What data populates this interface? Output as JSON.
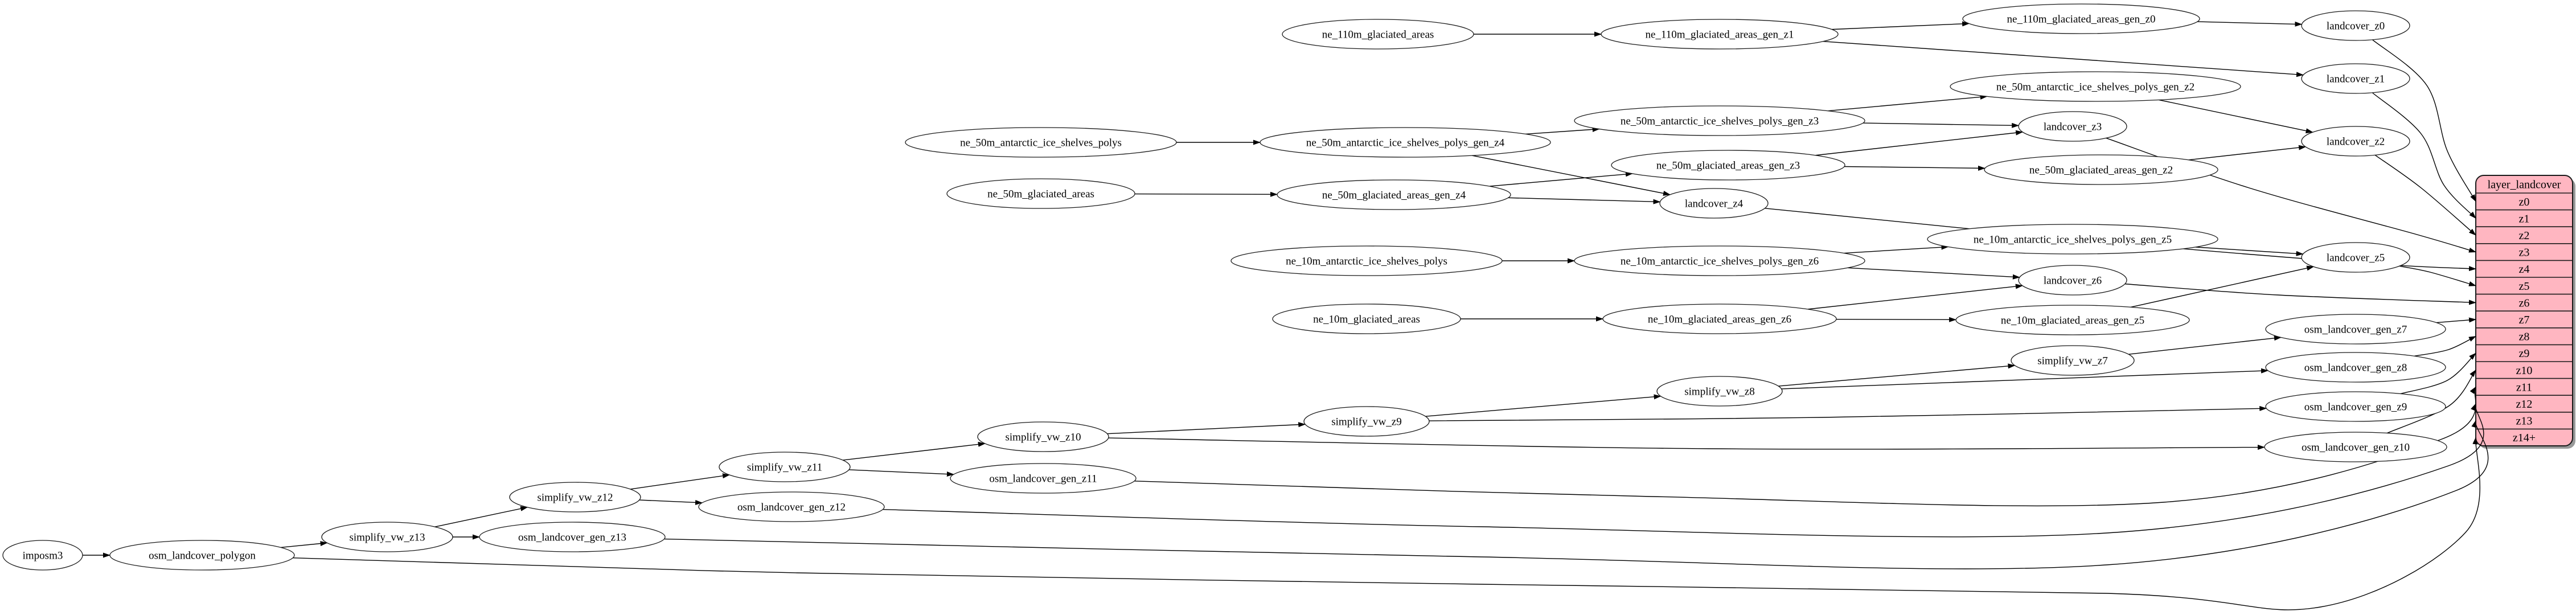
{
  "diagram": {
    "kind": "etl-dependency-graph",
    "background": "#ffffff"
  },
  "colors": {
    "node_fill": "#ffffff",
    "node_border": "#1a1a1a",
    "edge": "#000000",
    "table_fill": "#ffb6c1",
    "table_border": "#1a1a1a",
    "table_shadow": "#999999",
    "text": "#000000"
  },
  "table": {
    "title": "layer_landcover",
    "rows": [
      "z0",
      "z1",
      "z2",
      "z3",
      "z4",
      "z5",
      "z6",
      "z7",
      "z8",
      "z9",
      "z10",
      "z11",
      "z12",
      "z13",
      "z14+"
    ]
  },
  "nodes": [
    {
      "id": "imposm3",
      "label": "imposm3"
    },
    {
      "id": "osm_landcover_polygon",
      "label": "osm_landcover_polygon"
    },
    {
      "id": "simplify_vw_z13",
      "label": "simplify_vw_z13"
    },
    {
      "id": "osm_landcover_gen_z13",
      "label": "osm_landcover_gen_z13"
    },
    {
      "id": "simplify_vw_z12",
      "label": "simplify_vw_z12"
    },
    {
      "id": "osm_landcover_gen_z12",
      "label": "osm_landcover_gen_z12"
    },
    {
      "id": "simplify_vw_z11",
      "label": "simplify_vw_z11"
    },
    {
      "id": "osm_landcover_gen_z11",
      "label": "osm_landcover_gen_z11"
    },
    {
      "id": "simplify_vw_z10",
      "label": "simplify_vw_z10"
    },
    {
      "id": "osm_landcover_gen_z10",
      "label": "osm_landcover_gen_z10"
    },
    {
      "id": "simplify_vw_z9",
      "label": "simplify_vw_z9"
    },
    {
      "id": "osm_landcover_gen_z9",
      "label": "osm_landcover_gen_z9"
    },
    {
      "id": "simplify_vw_z8",
      "label": "simplify_vw_z8"
    },
    {
      "id": "osm_landcover_gen_z8",
      "label": "osm_landcover_gen_z8"
    },
    {
      "id": "simplify_vw_z7",
      "label": "simplify_vw_z7"
    },
    {
      "id": "osm_landcover_gen_z7",
      "label": "osm_landcover_gen_z7"
    },
    {
      "id": "ne_110m_glaciated_areas",
      "label": "ne_110m_glaciated_areas"
    },
    {
      "id": "ne_110m_glaciated_areas_gen_z1",
      "label": "ne_110m_glaciated_areas_gen_z1"
    },
    {
      "id": "ne_110m_glaciated_areas_gen_z0",
      "label": "ne_110m_glaciated_areas_gen_z0"
    },
    {
      "id": "landcover_z0",
      "label": "landcover_z0"
    },
    {
      "id": "landcover_z1",
      "label": "landcover_z1"
    },
    {
      "id": "landcover_z2",
      "label": "landcover_z2"
    },
    {
      "id": "landcover_z3",
      "label": "landcover_z3"
    },
    {
      "id": "landcover_z4",
      "label": "landcover_z4"
    },
    {
      "id": "landcover_z5",
      "label": "landcover_z5"
    },
    {
      "id": "landcover_z6",
      "label": "landcover_z6"
    },
    {
      "id": "ne_50m_antarctic_ice_shelves_polys",
      "label": "ne_50m_antarctic_ice_shelves_polys"
    },
    {
      "id": "ne_50m_antarctic_ice_shelves_polys_gen_z4",
      "label": "ne_50m_antarctic_ice_shelves_polys_gen_z4"
    },
    {
      "id": "ne_50m_antarctic_ice_shelves_polys_gen_z3",
      "label": "ne_50m_antarctic_ice_shelves_polys_gen_z3"
    },
    {
      "id": "ne_50m_antarctic_ice_shelves_polys_gen_z2",
      "label": "ne_50m_antarctic_ice_shelves_polys_gen_z2"
    },
    {
      "id": "ne_50m_glaciated_areas",
      "label": "ne_50m_glaciated_areas"
    },
    {
      "id": "ne_50m_glaciated_areas_gen_z4",
      "label": "ne_50m_glaciated_areas_gen_z4"
    },
    {
      "id": "ne_50m_glaciated_areas_gen_z3",
      "label": "ne_50m_glaciated_areas_gen_z3"
    },
    {
      "id": "ne_50m_glaciated_areas_gen_z2",
      "label": "ne_50m_glaciated_areas_gen_z2"
    },
    {
      "id": "ne_10m_antarctic_ice_shelves_polys",
      "label": "ne_10m_antarctic_ice_shelves_polys"
    },
    {
      "id": "ne_10m_antarctic_ice_shelves_polys_gen_z6",
      "label": "ne_10m_antarctic_ice_shelves_polys_gen_z6"
    },
    {
      "id": "ne_10m_antarctic_ice_shelves_polys_gen_z5",
      "label": "ne_10m_antarctic_ice_shelves_polys_gen_z5"
    },
    {
      "id": "ne_10m_glaciated_areas",
      "label": "ne_10m_glaciated_areas"
    },
    {
      "id": "ne_10m_glaciated_areas_gen_z6",
      "label": "ne_10m_glaciated_areas_gen_z6"
    },
    {
      "id": "ne_10m_glaciated_areas_gen_z5",
      "label": "ne_10m_glaciated_areas_gen_z5"
    }
  ],
  "edges": [
    [
      "imposm3",
      "osm_landcover_polygon"
    ],
    [
      "osm_landcover_polygon",
      "simplify_vw_z13"
    ],
    [
      "osm_landcover_polygon",
      "layer:z14+"
    ],
    [
      "simplify_vw_z13",
      "simplify_vw_z12"
    ],
    [
      "simplify_vw_z13",
      "osm_landcover_gen_z13"
    ],
    [
      "osm_landcover_gen_z13",
      "layer:z13"
    ],
    [
      "simplify_vw_z12",
      "simplify_vw_z11"
    ],
    [
      "simplify_vw_z12",
      "osm_landcover_gen_z12"
    ],
    [
      "osm_landcover_gen_z12",
      "layer:z12"
    ],
    [
      "simplify_vw_z11",
      "simplify_vw_z10"
    ],
    [
      "simplify_vw_z11",
      "osm_landcover_gen_z11"
    ],
    [
      "osm_landcover_gen_z11",
      "layer:z11"
    ],
    [
      "simplify_vw_z10",
      "simplify_vw_z9"
    ],
    [
      "simplify_vw_z10",
      "osm_landcover_gen_z10"
    ],
    [
      "osm_landcover_gen_z10",
      "layer:z10"
    ],
    [
      "simplify_vw_z9",
      "simplify_vw_z8"
    ],
    [
      "simplify_vw_z9",
      "osm_landcover_gen_z9"
    ],
    [
      "osm_landcover_gen_z9",
      "layer:z9"
    ],
    [
      "simplify_vw_z8",
      "simplify_vw_z7"
    ],
    [
      "simplify_vw_z8",
      "osm_landcover_gen_z8"
    ],
    [
      "osm_landcover_gen_z8",
      "layer:z8"
    ],
    [
      "simplify_vw_z7",
      "osm_landcover_gen_z7"
    ],
    [
      "osm_landcover_gen_z7",
      "layer:z7"
    ],
    [
      "ne_110m_glaciated_areas",
      "ne_110m_glaciated_areas_gen_z1"
    ],
    [
      "ne_110m_glaciated_areas_gen_z1",
      "ne_110m_glaciated_areas_gen_z0"
    ],
    [
      "ne_110m_glaciated_areas_gen_z1",
      "landcover_z1"
    ],
    [
      "ne_110m_glaciated_areas_gen_z0",
      "landcover_z0"
    ],
    [
      "landcover_z0",
      "layer:z0"
    ],
    [
      "landcover_z1",
      "layer:z1"
    ],
    [
      "ne_50m_antarctic_ice_shelves_polys",
      "ne_50m_antarctic_ice_shelves_polys_gen_z4"
    ],
    [
      "ne_50m_antarctic_ice_shelves_polys_gen_z4",
      "ne_50m_antarctic_ice_shelves_polys_gen_z3"
    ],
    [
      "ne_50m_antarctic_ice_shelves_polys_gen_z4",
      "landcover_z4"
    ],
    [
      "ne_50m_antarctic_ice_shelves_polys_gen_z3",
      "ne_50m_antarctic_ice_shelves_polys_gen_z2"
    ],
    [
      "ne_50m_antarctic_ice_shelves_polys_gen_z3",
      "landcover_z3"
    ],
    [
      "ne_50m_antarctic_ice_shelves_polys_gen_z2",
      "landcover_z2"
    ],
    [
      "ne_50m_glaciated_areas",
      "ne_50m_glaciated_areas_gen_z4"
    ],
    [
      "ne_50m_glaciated_areas_gen_z4",
      "ne_50m_glaciated_areas_gen_z3"
    ],
    [
      "ne_50m_glaciated_areas_gen_z4",
      "landcover_z4"
    ],
    [
      "ne_50m_glaciated_areas_gen_z3",
      "ne_50m_glaciated_areas_gen_z2"
    ],
    [
      "ne_50m_glaciated_areas_gen_z3",
      "landcover_z3"
    ],
    [
      "ne_50m_glaciated_areas_gen_z2",
      "landcover_z2"
    ],
    [
      "landcover_z2",
      "layer:z2"
    ],
    [
      "landcover_z3",
      "layer:z3"
    ],
    [
      "landcover_z4",
      "layer:z4"
    ],
    [
      "ne_10m_antarctic_ice_shelves_polys",
      "ne_10m_antarctic_ice_shelves_polys_gen_z6"
    ],
    [
      "ne_10m_antarctic_ice_shelves_polys_gen_z6",
      "ne_10m_antarctic_ice_shelves_polys_gen_z5"
    ],
    [
      "ne_10m_antarctic_ice_shelves_polys_gen_z6",
      "landcover_z6"
    ],
    [
      "ne_10m_antarctic_ice_shelves_polys_gen_z5",
      "landcover_z5"
    ],
    [
      "ne_10m_glaciated_areas",
      "ne_10m_glaciated_areas_gen_z6"
    ],
    [
      "ne_10m_glaciated_areas_gen_z6",
      "ne_10m_glaciated_areas_gen_z5"
    ],
    [
      "ne_10m_glaciated_areas_gen_z6",
      "landcover_z6"
    ],
    [
      "ne_10m_glaciated_areas_gen_z5",
      "landcover_z5"
    ],
    [
      "landcover_z5",
      "layer:z5"
    ],
    [
      "landcover_z6",
      "layer:z6"
    ]
  ]
}
